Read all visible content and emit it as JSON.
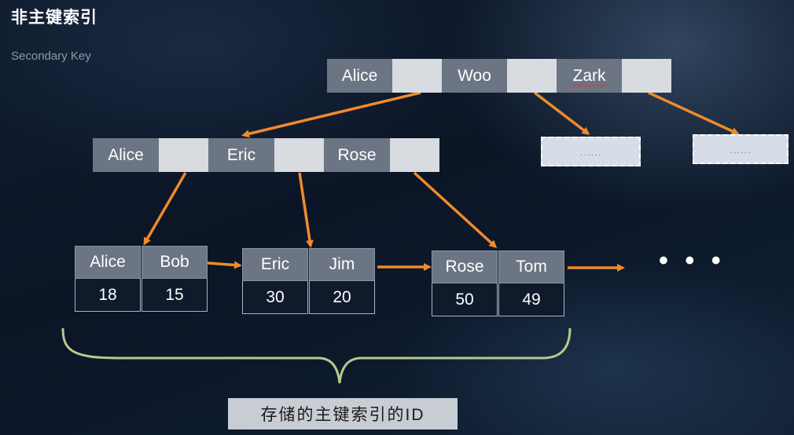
{
  "header": {
    "title": "非主键索引",
    "subtitle": "Secondary Key"
  },
  "root_node": {
    "keys": [
      "Alice",
      "Woo",
      "Zark"
    ]
  },
  "internal_node": {
    "keys": [
      "Alice",
      "Eric",
      "Rose"
    ]
  },
  "placeholder_nodes": [
    {
      "label": "......"
    },
    {
      "label": "......"
    }
  ],
  "leaf_nodes": [
    {
      "entries": [
        {
          "key": "Alice",
          "id": "18"
        },
        {
          "key": "Bob",
          "id": "15"
        }
      ]
    },
    {
      "entries": [
        {
          "key": "Eric",
          "id": "30"
        },
        {
          "key": "Jim",
          "id": "20"
        }
      ]
    },
    {
      "entries": [
        {
          "key": "Rose",
          "id": "50"
        },
        {
          "key": "Tom",
          "id": "49"
        }
      ]
    }
  ],
  "more_indicator": "• • •",
  "caption": "存储的主键索引的ID",
  "colors": {
    "arrow": "#f08a2c",
    "brace": "#b9c98a",
    "key_cell": "#6b7584",
    "pointer_cell": "#d8dbe0"
  }
}
